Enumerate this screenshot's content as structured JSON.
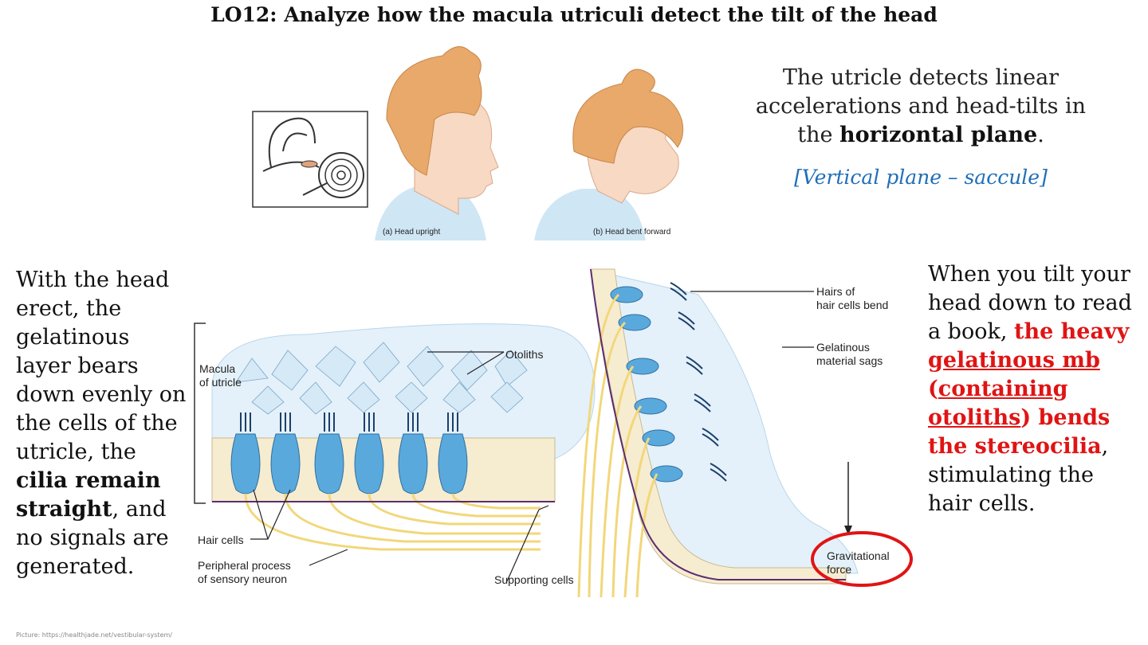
{
  "slide": {
    "title": "LO12: Analyze how the macula utriculi detect the tilt of the head",
    "credit": "Picture: https://healthjade.net/vestibular-system/"
  },
  "top_figure": {
    "caption_upright": "(a) Head upright",
    "caption_bent": "(b) Head bent forward"
  },
  "utricle_info": {
    "line_start": "The utricle detects linear accelerations and head-tilts in the ",
    "bold": "horizontal plane",
    "line_end": ".",
    "saccule_note": "[Vertical plane – saccule]"
  },
  "left_text": {
    "part1": "With the head erect, the gelatinous layer bears down evenly on the cells of the utricle, the ",
    "bold": "cilia remain straight",
    "part2": ", and no signals are generated."
  },
  "right_text": {
    "part1": "When you tilt your head down to read a book, ",
    "red1": "the heavy ",
    "red_underlined1": "gelatinous mb",
    "red2": " (",
    "red_underlined2": "containing otoliths",
    "red3": ") bends the stereocilia",
    "part2": ", stimulating the hair cells."
  },
  "bottom_figure": {
    "macula_label_1": "Macula",
    "macula_label_2": "of utricle",
    "otoliths": "Otoliths",
    "hair_cells": "Hair cells",
    "peripheral_1": "Peripheral process",
    "peripheral_2": "of sensory neuron",
    "supporting_cells": "Supporting cells",
    "hairs_bend_1": "Hairs of",
    "hairs_bend_2": "hair cells bend",
    "gelatinous_1": "Gelatinous",
    "gelatinous_2": "material sags",
    "gravitational_1": "Gravitational",
    "gravitational_2": "force"
  },
  "colors": {
    "accent_red": "#e01414",
    "note_blue": "#1f6fb8",
    "cell_blue": "#5aa9dd",
    "nerve_yellow": "#f2d77a"
  }
}
